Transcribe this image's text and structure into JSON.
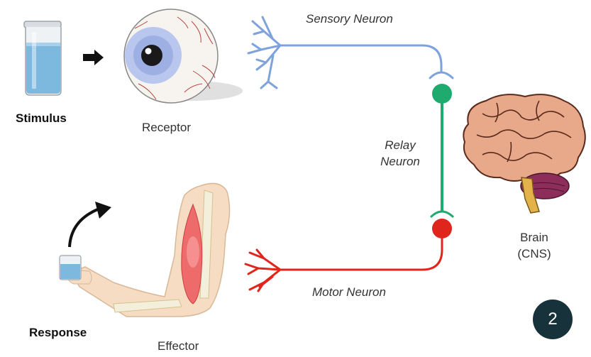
{
  "labels": {
    "stimulus": "Stimulus",
    "receptor": "Receptor",
    "sensory_neuron": "Sensory Neuron",
    "relay_neuron_line1": "Relay",
    "relay_neuron_line2": "Neuron",
    "brain_line1": "Brain",
    "brain_line2": "(CNS)",
    "motor_neuron": "Motor Neuron",
    "response": "Response",
    "effector": "Effector"
  },
  "page_badge": "2",
  "colors": {
    "sensory": "#7ea3dc",
    "relay": "#1faa6e",
    "motor": "#e0261c",
    "badge": "#17323a",
    "water": "#7db8de",
    "brain": "#e8a98a",
    "cerebellum": "#8c2d5a"
  },
  "icons": [
    "beaker-icon",
    "arrow-right-icon",
    "eyeball-icon",
    "brain-icon",
    "arm-icon",
    "curved-arrow-icon"
  ]
}
